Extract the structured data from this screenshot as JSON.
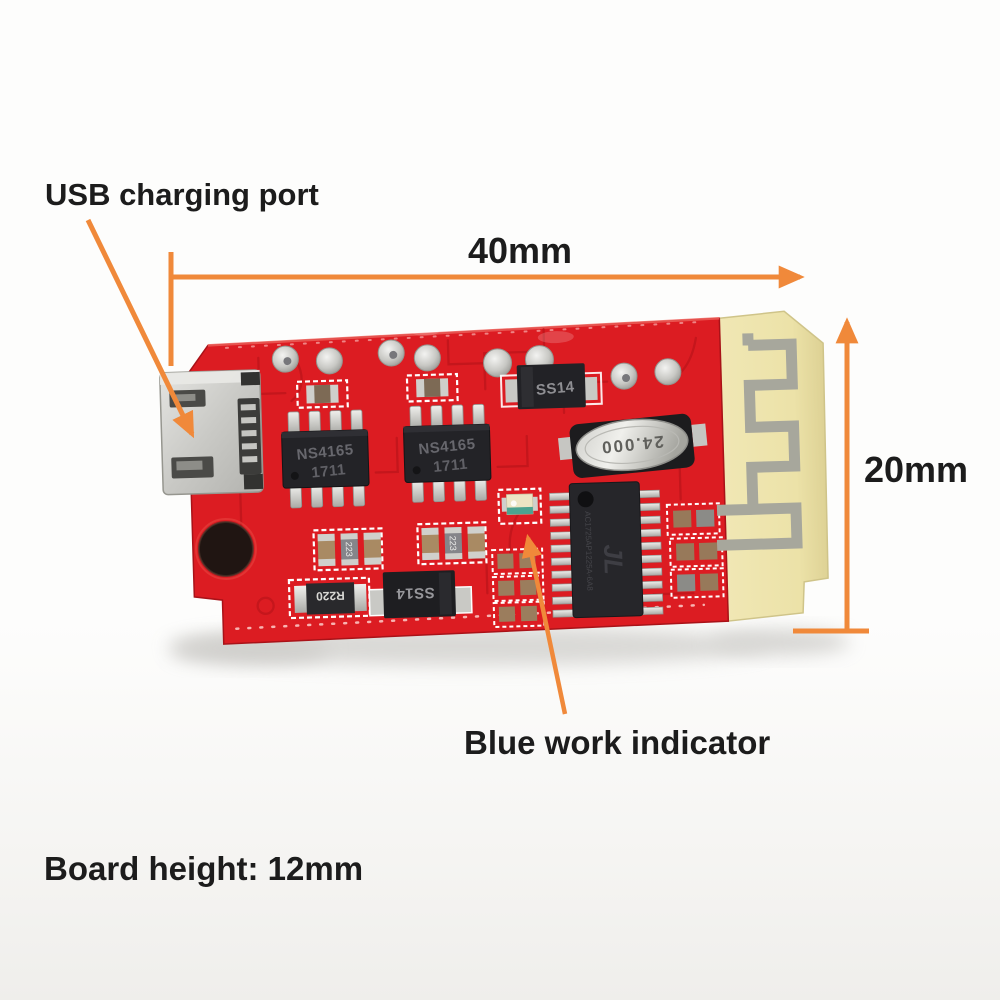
{
  "annotations": {
    "usb_label": "USB charging port",
    "width_label": "40mm",
    "height_label": "20mm",
    "led_label": "Blue work indicator",
    "board_height_label": "Board height: 12mm"
  },
  "board": {
    "amp_chips": [
      {
        "part": "NS4165",
        "date_code": "1711"
      },
      {
        "part": "NS4165",
        "date_code": "1711"
      }
    ],
    "diode_top_label": "SS14",
    "diode_bottom_label": "SS14",
    "crystal_label": "24.000",
    "bt_chip_logo": "JL",
    "bt_chip_serial": "AC1725AP1225A-6A8",
    "resistor_label": "R220",
    "cap_labels": [
      "223",
      "223"
    ]
  },
  "colors": {
    "pcb_red": "#DC1C22",
    "antenna_substrate": "#ECE2A8",
    "antenna_trace": "#A7A79C",
    "annotation_orange": "#F0893A",
    "label_text": "#1C1C1C"
  }
}
